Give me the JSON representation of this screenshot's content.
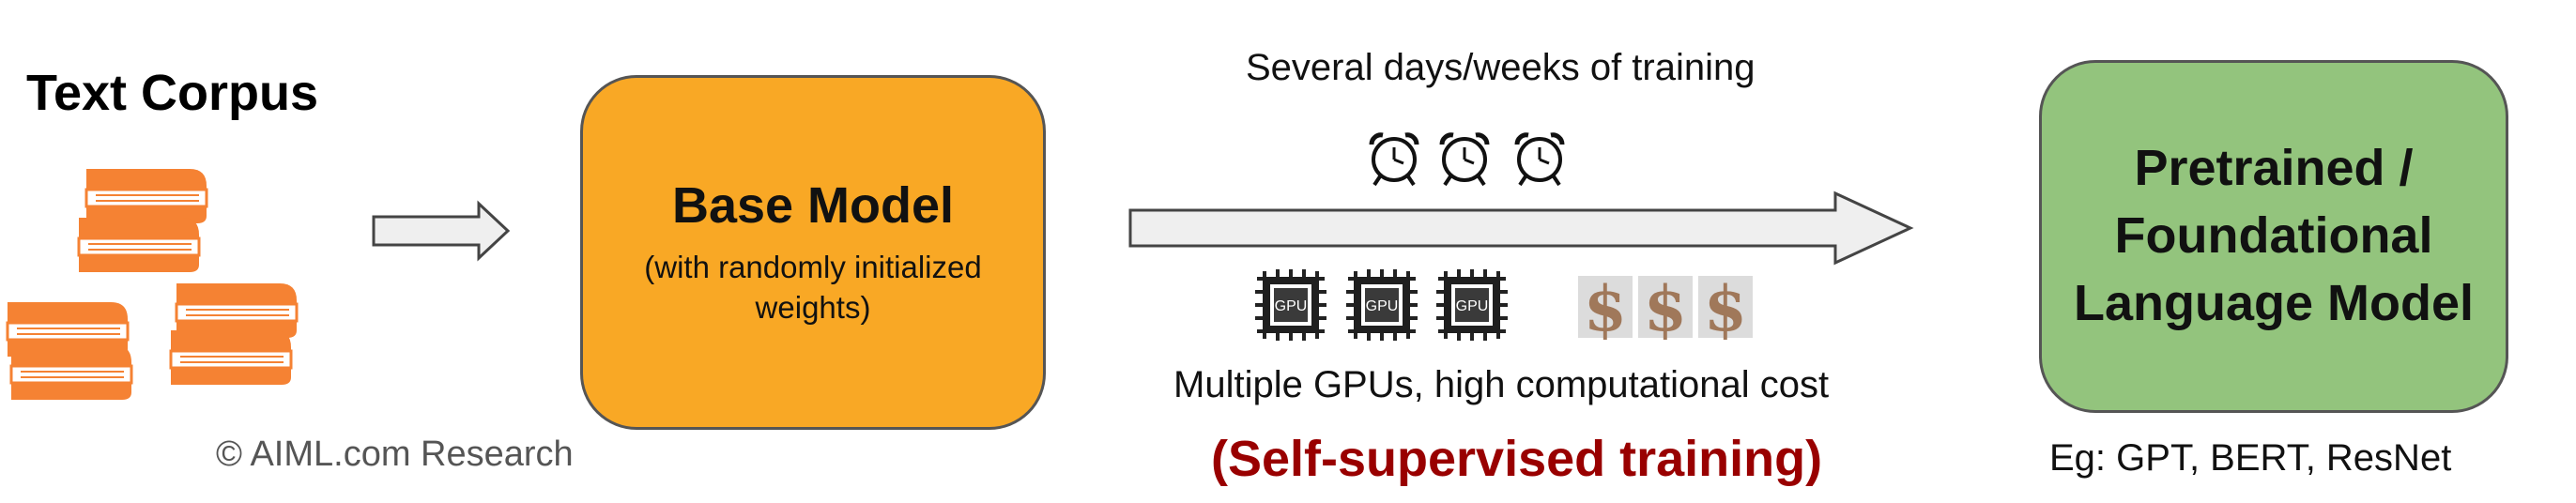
{
  "corpus": {
    "title": "Text Corpus",
    "icon": "books-icon",
    "color": "#f58233"
  },
  "copyright": "© AIML.com Research",
  "base_model": {
    "title": "Base Model",
    "subtitle_line1": "(with randomly initialized",
    "subtitle_line2": "weights)",
    "color": "#f9a825"
  },
  "training": {
    "time_label": "Several days/weeks of training",
    "cost_label": "Multiple GPUs, high computational cost",
    "type_label": "(Self-supervised training)",
    "clock_icon": "alarm-clock-icon",
    "gpu_icon": "gpu-chip-icon",
    "gpu_chip_text": "GPU",
    "dollar_icon": "dollar-sign-icon",
    "type_color": "#990000"
  },
  "pretrained": {
    "line1": "Pretrained /",
    "line2": "Foundational",
    "line3": "Language Model",
    "color": "#93c47d"
  },
  "examples": "Eg: GPT, BERT, ResNet"
}
